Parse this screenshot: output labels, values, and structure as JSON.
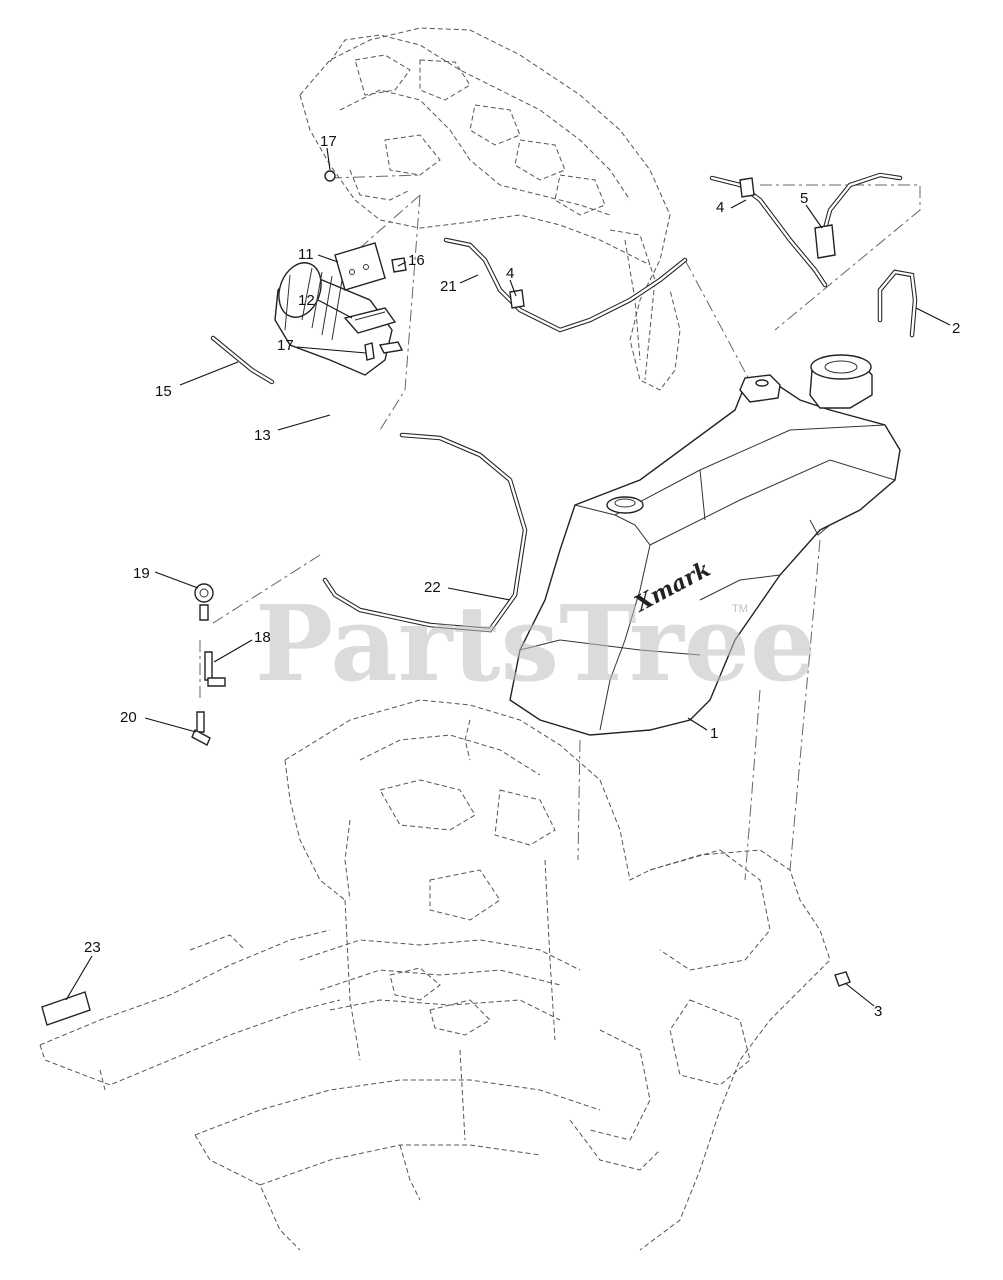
{
  "watermark": {
    "text": "PartsTree",
    "tm": "TM"
  },
  "tank_brand": "Xmark",
  "callouts": [
    {
      "id": "c17a",
      "label": "17"
    },
    {
      "id": "c11",
      "label": "11"
    },
    {
      "id": "c16",
      "label": "16"
    },
    {
      "id": "c21",
      "label": "21"
    },
    {
      "id": "c4a",
      "label": "4"
    },
    {
      "id": "c4b",
      "label": "4"
    },
    {
      "id": "c5",
      "label": "5"
    },
    {
      "id": "c2",
      "label": "2"
    },
    {
      "id": "c12",
      "label": "12"
    },
    {
      "id": "c17b",
      "label": "17"
    },
    {
      "id": "c15",
      "label": "15"
    },
    {
      "id": "c13",
      "label": "13"
    },
    {
      "id": "c19",
      "label": "19"
    },
    {
      "id": "c22",
      "label": "22"
    },
    {
      "id": "c18",
      "label": "18"
    },
    {
      "id": "c20",
      "label": "20"
    },
    {
      "id": "c1",
      "label": "1"
    },
    {
      "id": "c23",
      "label": "23"
    },
    {
      "id": "c3",
      "label": "3"
    }
  ]
}
